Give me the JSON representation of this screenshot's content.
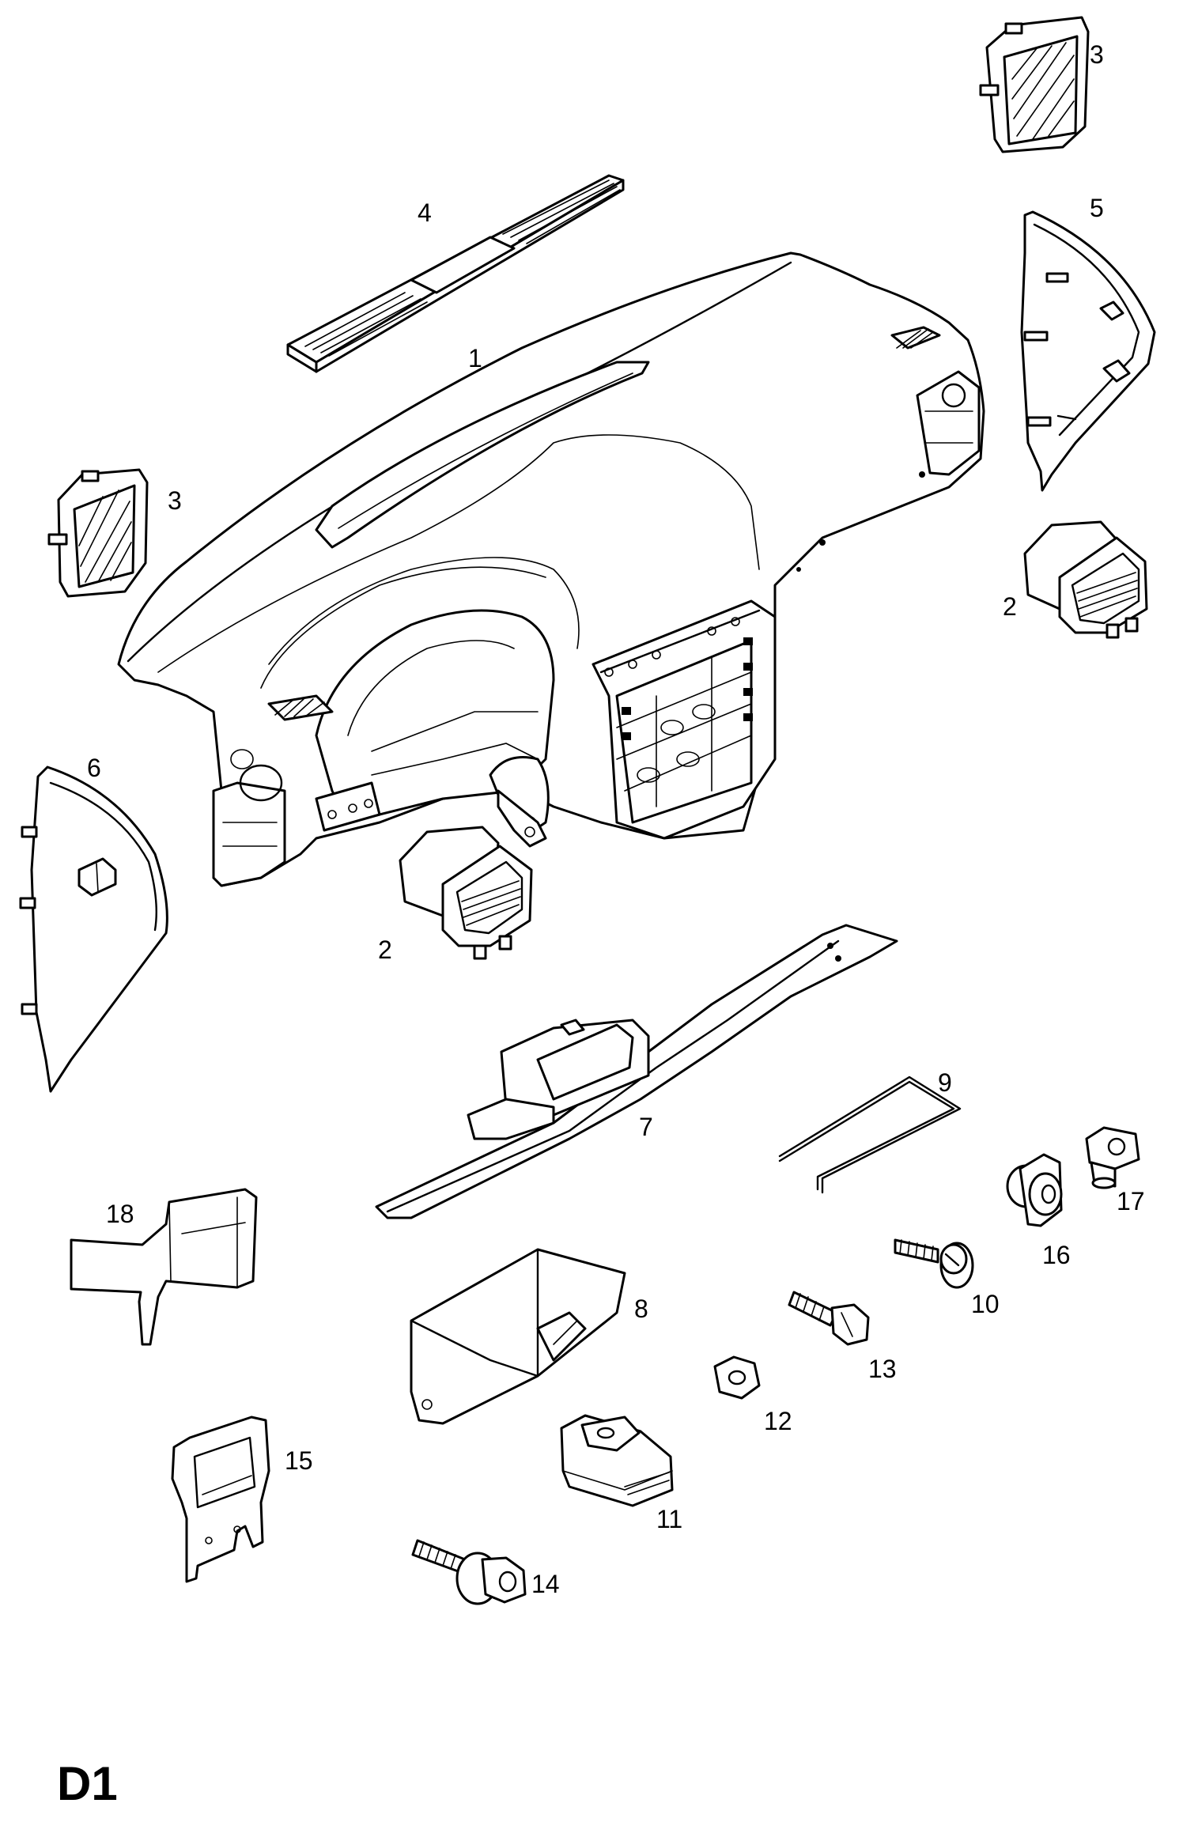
{
  "diagram": {
    "sheet_code": "D1",
    "callouts": [
      {
        "id": "c3a",
        "label": "3"
      },
      {
        "id": "c4",
        "label": "4"
      },
      {
        "id": "c5",
        "label": "5"
      },
      {
        "id": "c1",
        "label": "1"
      },
      {
        "id": "c3b",
        "label": "3"
      },
      {
        "id": "c2a",
        "label": "2"
      },
      {
        "id": "c6",
        "label": "6"
      },
      {
        "id": "c2b",
        "label": "2"
      },
      {
        "id": "c9",
        "label": "9"
      },
      {
        "id": "c7",
        "label": "7"
      },
      {
        "id": "c17",
        "label": "17"
      },
      {
        "id": "c18",
        "label": "18"
      },
      {
        "id": "c16",
        "label": "16"
      },
      {
        "id": "c10",
        "label": "10"
      },
      {
        "id": "c8",
        "label": "8"
      },
      {
        "id": "c13",
        "label": "13"
      },
      {
        "id": "c12",
        "label": "12"
      },
      {
        "id": "c15",
        "label": "15"
      },
      {
        "id": "c11",
        "label": "11"
      },
      {
        "id": "c14",
        "label": "14"
      }
    ]
  }
}
